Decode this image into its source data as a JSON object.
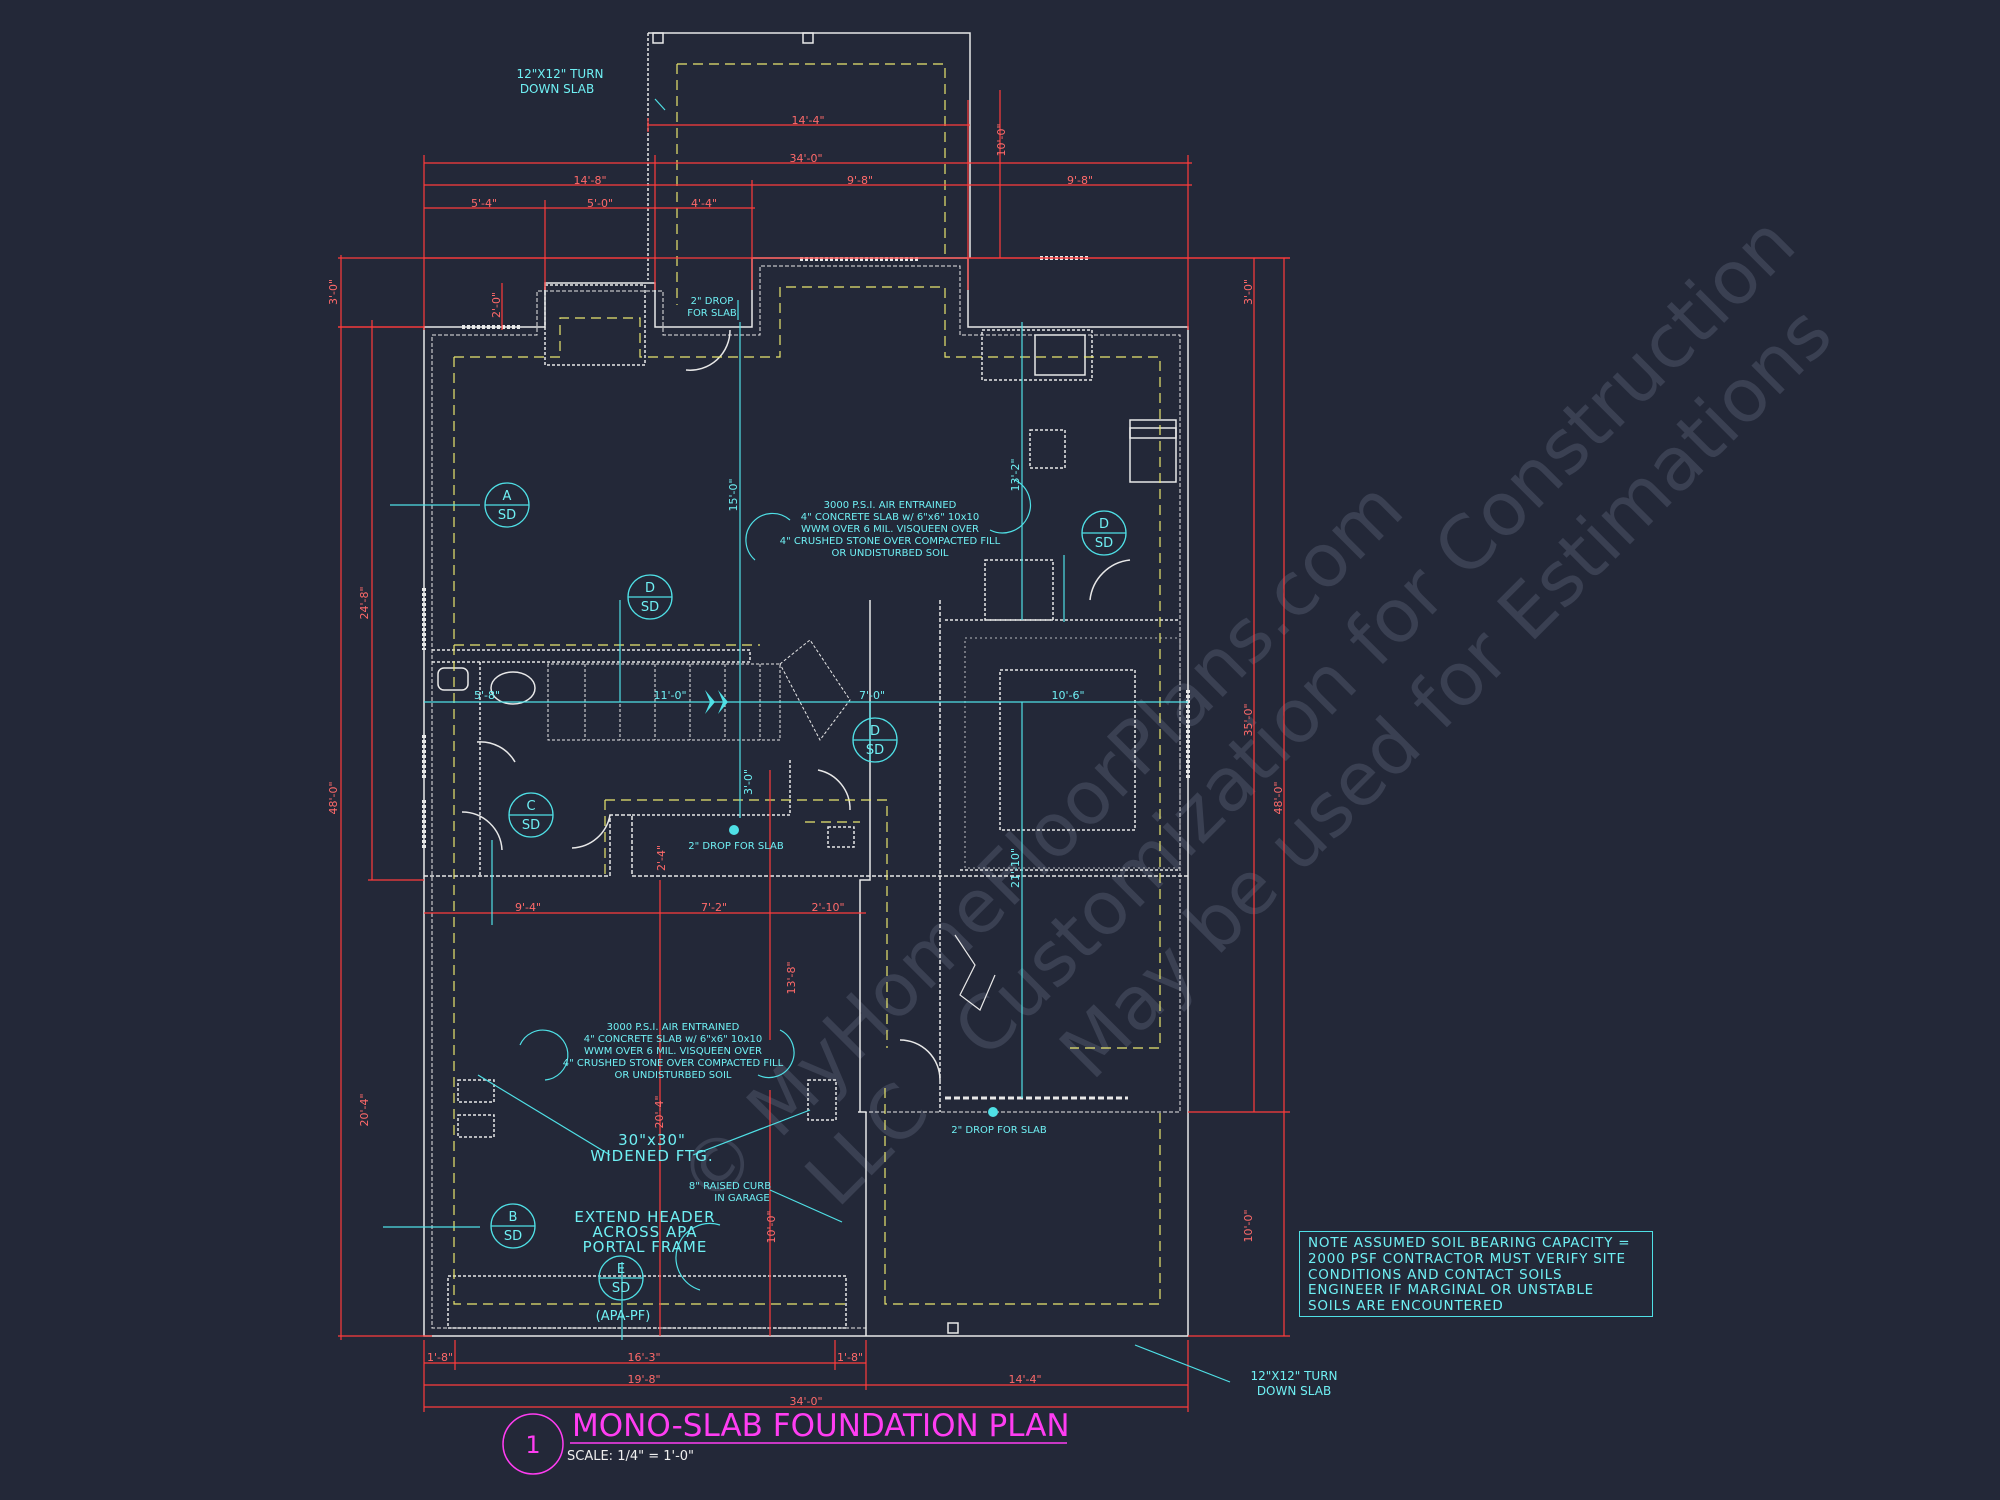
{
  "title": {
    "number": "1",
    "text": "MONO-SLAB FOUNDATION PLAN",
    "scale": "SCALE: 1/4\" = 1'-0\""
  },
  "watermark": [
    "© MyHomeFloorPlans.com",
    "LLC",
    "Customization for Construction",
    "May be used for Estimations"
  ],
  "callouts": {
    "turn_down_top": [
      "12\"X12\" TURN",
      "DOWN SLAB"
    ],
    "turn_down_bottom": [
      "12\"X12\" TURN",
      "DOWN SLAB"
    ],
    "drop_top": [
      "2\" DROP",
      "FOR SLAB"
    ],
    "drop_mid": "2\" DROP FOR SLAB",
    "drop_garage": "2\" DROP FOR SLAB",
    "slab_spec_upper": [
      "3000 P.S.I. AIR ENTRAINED",
      "4\" CONCRETE SLAB w/ 6\"x6\" 10x10",
      "WWM OVER 6 MIL. VISQUEEN OVER",
      "4\" CRUSHED STONE OVER COMPACTED FILL",
      "OR UNDISTURBED SOIL"
    ],
    "slab_spec_lower": [
      "3000 P.S.I. AIR ENTRAINED",
      "4\" CONCRETE SLAB w/ 6\"x6\" 10x10",
      "WWM OVER 6 MIL. VISQUEEN OVER",
      "4\" CRUSHED STONE OVER COMPACTED FILL",
      "OR UNDISTURBED SOIL"
    ],
    "widened_ftg": [
      "30\"x30\"",
      "WIDENED FTG."
    ],
    "raised_curb": [
      "8\" RAISED CURB",
      "IN GARAGE"
    ],
    "extend_header": [
      "EXTEND HEADER",
      "ACROSS APA",
      "PORTAL FRAME"
    ],
    "apa": "(APA-PF)"
  },
  "sections": [
    {
      "letter": "A",
      "sub": "SD"
    },
    {
      "letter": "D",
      "sub": "SD"
    },
    {
      "letter": "D",
      "sub": "SD"
    },
    {
      "letter": "D",
      "sub": "SD"
    },
    {
      "letter": "C",
      "sub": "SD"
    },
    {
      "letter": "B",
      "sub": "SD"
    },
    {
      "letter": "E",
      "sub": "SD"
    }
  ],
  "dimensions": {
    "d_14_4_top": "14'-4\"",
    "d_10_0_right_top": "10'-0\"",
    "d_34_0_top": "34'-0\"",
    "d_14_8": "14'-8\"",
    "d_9_8": "9'-8\"",
    "d_9_8b": "9'-8\"",
    "d_5_4": "5'-4\"",
    "d_5_0": "5'-0\"",
    "d_4_4": "4'-4\"",
    "d_3_0_left": "3'-0\"",
    "d_3_0_right": "3'-0\"",
    "d_2_0": "2'-0\"",
    "d_15_0": "15'-0\"",
    "d_13_2": "13'-2\"",
    "d_24_8": "24'-8\"",
    "d_48_0_left": "48'-0\"",
    "d_35_0": "35'-0\"",
    "d_48_0_right": "48'-0\"",
    "d_5_8": "5'-8\"",
    "d_11_0": "11'-0\"",
    "d_7_0": "7'-0\"",
    "d_10_6": "10'-6\"",
    "d_3_0_mid": "3'-0\"",
    "d_9_4": "9'-4\"",
    "d_7_2": "7'-2\"",
    "d_2_10": "2'-10\"",
    "d_2_4": "2'-4\"",
    "d_13_8": "13'-8\"",
    "d_21_10": "21'-10\"",
    "d_20_4_left": "20'-4\"",
    "d_20_4_mid": "20'-4\"",
    "d_10_0_mid": "10'-0\"",
    "d_10_0_right": "10'-0\"",
    "d_1_8_left": "1'-8\"",
    "d_16_3": "16'-3\"",
    "d_1_8_right": "1'-8\"",
    "d_19_8": "19'-8\"",
    "d_14_4_bottom": "14'-4\"",
    "d_34_0_bottom": "34'-0\""
  },
  "note": [
    "NOTE ASSUMED SOIL BEARING CAPACITY =",
    "2000 PSF CONTRACTOR MUST VERIFY SITE",
    "CONDITIONS AND CONTACT SOILS",
    "ENGINEER IF MARGINAL OR UNSTABLE",
    "SOILS ARE ENCOUNTERED"
  ],
  "colors": {
    "background": "#232838",
    "dimension": "#ff3b3b",
    "footing": "#e9e66e",
    "wall": "#e8e8e8",
    "annotation": "#6ff0f4",
    "title": "#ff3df2"
  }
}
